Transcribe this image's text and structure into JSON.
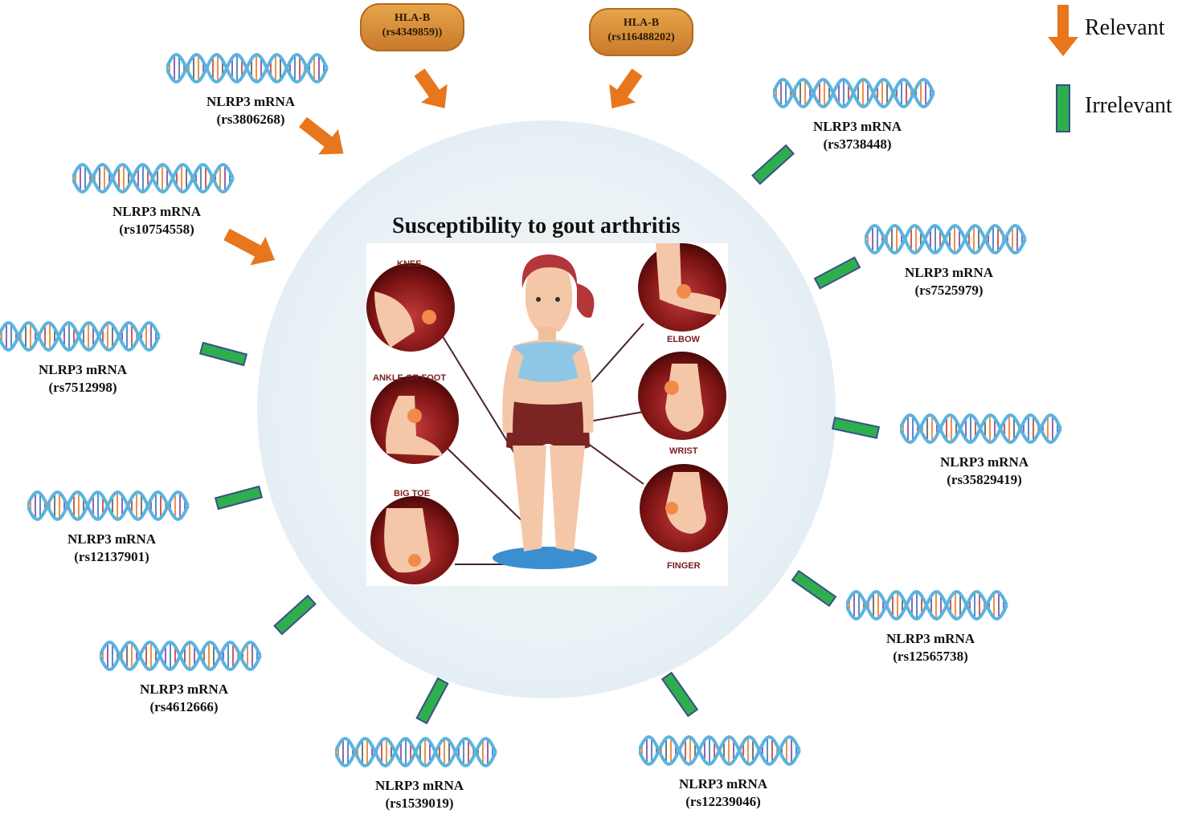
{
  "title": "Susceptibility to gout arthritis",
  "legend": {
    "relevant": "Relevant",
    "irrelevant": "Irrelevant"
  },
  "hla": [
    {
      "gene": "HLA-B",
      "snp": "(rs4349859))"
    },
    {
      "gene": "HLA-B",
      "snp": "(rs116488202)"
    }
  ],
  "snps": [
    {
      "gene": "NLRP3 mRNA",
      "snp": "(rs3806268)",
      "status": "relevant"
    },
    {
      "gene": "NLRP3 mRNA",
      "snp": "(rs10754558)",
      "status": "relevant"
    },
    {
      "gene": "NLRP3 mRNA",
      "snp": "(rs7512998)",
      "status": "irrelevant"
    },
    {
      "gene": "NLRP3 mRNA",
      "snp": "(rs12137901)",
      "status": "irrelevant"
    },
    {
      "gene": "NLRP3 mRNA",
      "snp": "(rs4612666)",
      "status": "irrelevant"
    },
    {
      "gene": "NLRP3 mRNA",
      "snp": "(rs1539019)",
      "status": "irrelevant"
    },
    {
      "gene": "NLRP3 mRNA",
      "snp": "(rs12239046)",
      "status": "irrelevant"
    },
    {
      "gene": "NLRP3 mRNA",
      "snp": "(rs12565738)",
      "status": "irrelevant"
    },
    {
      "gene": "NLRP3 mRNA",
      "snp": "(rs35829419)",
      "status": "irrelevant"
    },
    {
      "gene": "NLRP3 mRNA",
      "snp": "(rs7525979)",
      "status": "irrelevant"
    },
    {
      "gene": "NLRP3 mRNA",
      "snp": "(rs3738448)",
      "status": "irrelevant"
    }
  ],
  "body_sites": [
    "KNEE",
    "ANKLE OR FOOT",
    "BIG TOE",
    "ELBOW",
    "WRIST",
    "FINGER"
  ],
  "colors": {
    "relevant": "#e8761c",
    "irrelevant": "#2fae4e",
    "irrelevant_border": "#3a4f8a",
    "helix": "#5bb3df",
    "joint": "#8a1c1c"
  }
}
